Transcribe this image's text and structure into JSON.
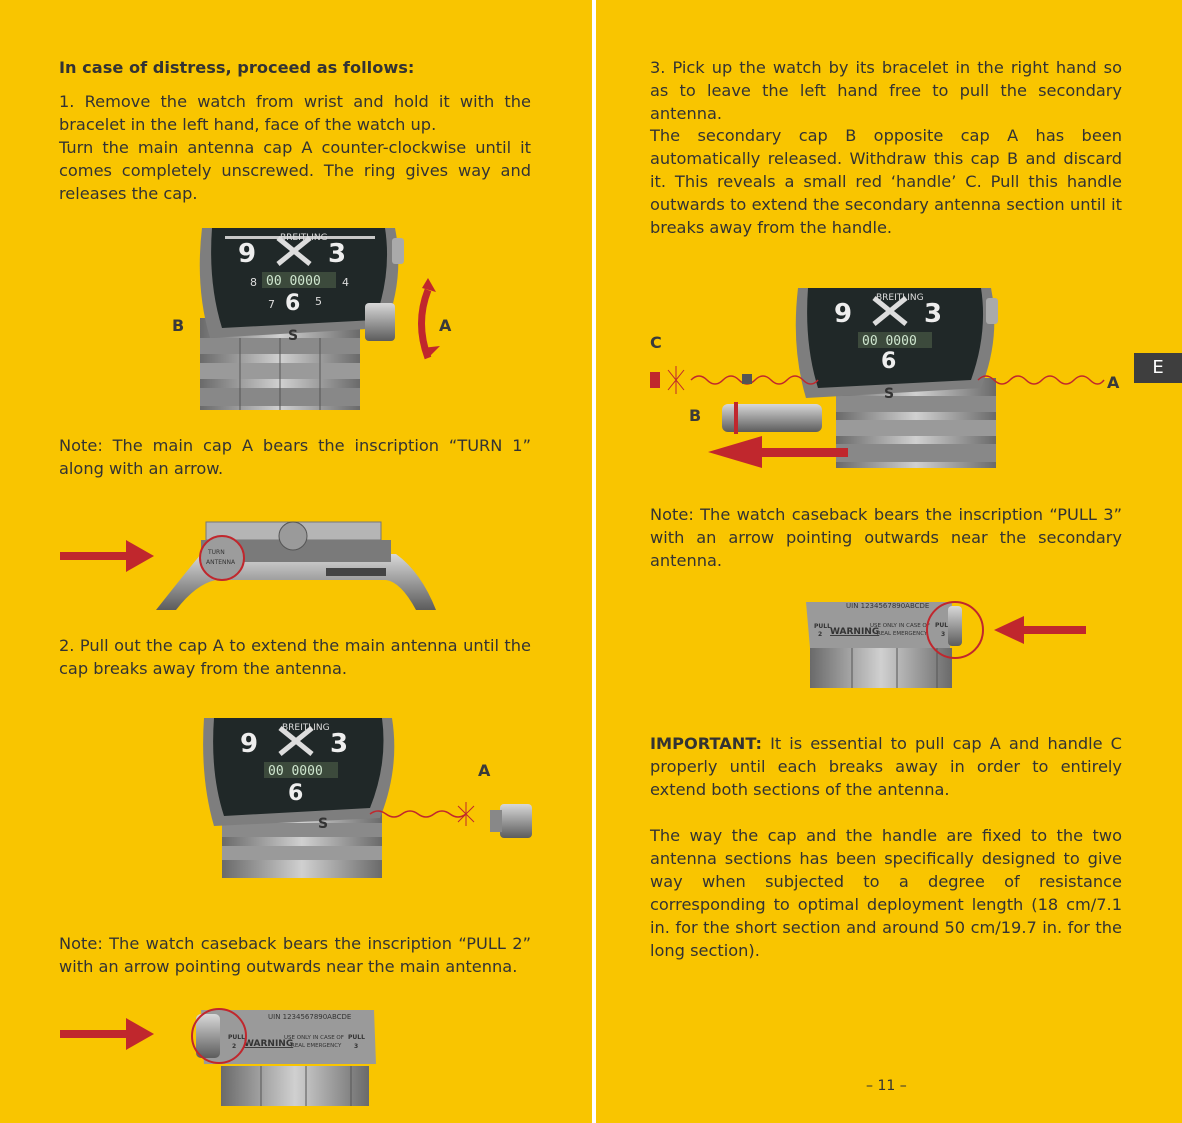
{
  "left": {
    "heading": "In case of distress, proceed as follows:",
    "step1": "1. Remove the watch from wrist and hold it with the bracelet in the left hand, face of the watch up.",
    "step1b": "Turn the main antenna cap A counter-clockwise until it comes completely unscrewed. The ring gives way and releases the cap.",
    "fig1": {
      "label_b": "B",
      "label_a": "A"
    },
    "note1": "Note: The main cap A bears the inscription “TURN 1” along with an arrow.",
    "step2": "2. Pull out the cap A to extend the main antenna until the cap breaks away from the antenna.",
    "fig3": {
      "label_a": "A"
    },
    "note2": "Note: The watch caseback bears the inscription “PULL 2” with an arrow pointing outwards near the main antenna."
  },
  "right": {
    "step3": "3. Pick up the watch by its bracelet in the right hand so as to leave the left hand free to pull the secondary antenna.",
    "para2": "The secondary cap B opposite cap A has been automatically released. Withdraw this cap B and discard it. This reveals a small red ‘handle’ C. Pull this handle outwards to extend the secondary antenna section until it breaks away from the handle.",
    "fig": {
      "label_c": "C",
      "label_b": "B",
      "label_a": "A"
    },
    "note3": "Note: The watch caseback bears the inscription “PULL 3” with an arrow pointing outwards near the secondary antenna.",
    "important_label": "IMPORTANT:",
    "important_text": "It is essential to pull cap A and handle C properly until each breaks away in order to entirely extend both sections of the antenna.",
    "para3": "The way the cap and the handle are fixed to the two antenna sections has been specifically designed to give way when subjected to a degree of resistance corresponding to optimal deployment length (18 cm/7.1 in. for the short section and around 50 cm/19.7 in. for the long section).",
    "page_number": "–  11  –"
  },
  "tab": "E",
  "dial": {
    "brand": "BREITLING",
    "digits": "00 0000",
    "h9": "9",
    "h3": "3",
    "h6": "6",
    "s": "S",
    "h8": "8",
    "h4": "4",
    "h7": "7",
    "h5": "5"
  },
  "caseback": {
    "uin": "UIN 1234567890ABCDE",
    "pull_left": "PULL",
    "pull_left_num": "2",
    "warning": "WARNING",
    "use_only": "USE ONLY IN CASE OF",
    "real_emergency": "REAL EMERGENCY",
    "pull_right": "PULL",
    "pull_right_num": "3"
  },
  "cap_text": {
    "top": "TURN",
    "bottom": "ANTENNA"
  },
  "colors": {
    "page": "#f9c500",
    "arrow": "#c0272d",
    "text": "#333333",
    "tab": "#3e3e3e"
  }
}
